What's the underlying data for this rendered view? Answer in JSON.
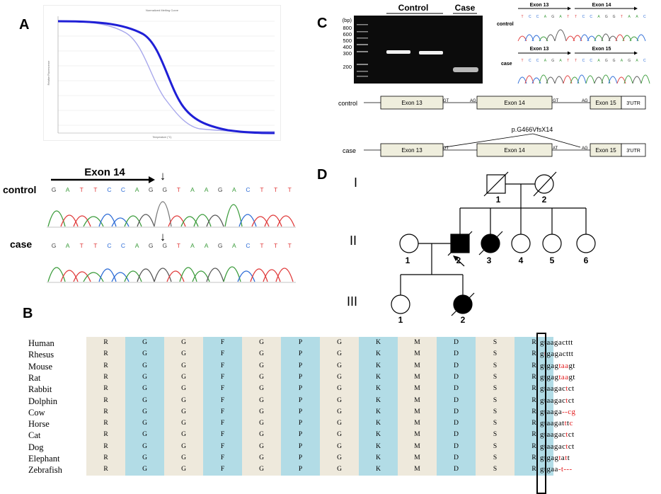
{
  "panel_labels": {
    "a": "A",
    "b": "B",
    "c": "C",
    "d": "D"
  },
  "panel_a": {
    "melt_title": "Normalized Melting Curve",
    "melt_ylabel": "Relative Fluorescence",
    "melt_xlabel": "Temperature (°C)",
    "exon_label": "Exon 14",
    "control_label": "control",
    "case_label": "case",
    "sequence": [
      "G",
      "A",
      "T",
      "T",
      "C",
      "C",
      "A",
      "G",
      "G",
      "T",
      "A",
      "A",
      "G",
      "A",
      "C",
      "T",
      "T",
      "T"
    ],
    "arrow_glyph": "↓"
  },
  "panel_c": {
    "gel_headers": {
      "control": "Control",
      "case": "Case"
    },
    "ladder_unit": "(bp)",
    "ladder": [
      "800",
      "600",
      "500",
      "400",
      "300",
      "200"
    ],
    "chrom_control_label": "control",
    "chrom_case_label": "case",
    "control_exons": [
      "Exon 13",
      "Exon 14"
    ],
    "case_exons": [
      "Exon 13",
      "Exon 15"
    ],
    "control_seq": [
      "T",
      "C",
      "C",
      "A",
      "G",
      "A",
      "T",
      "T",
      "C",
      "C",
      "A",
      "G",
      "G",
      "T",
      "A",
      "A",
      "C"
    ],
    "case_seq": [
      "T",
      "C",
      "C",
      "A",
      "G",
      "A",
      "T",
      "T",
      "C",
      "C",
      "A",
      "G",
      "G",
      "A",
      "G",
      "A",
      "C"
    ],
    "diagram": {
      "control_label": "control",
      "case_label": "case",
      "exon13": "Exon 13",
      "exon14": "Exon 14",
      "exon15": "Exon 15",
      "utr": "3'UTR",
      "gt": "GT",
      "ag": "AG",
      "at": "AT",
      "mutation": "p.G466VfsX14"
    }
  },
  "panel_d": {
    "generations": [
      "I",
      "II",
      "III"
    ],
    "gen1_ids": [
      "1",
      "2"
    ],
    "gen2_ids": [
      "1",
      "2",
      "3",
      "4",
      "5",
      "6"
    ],
    "gen3_ids": [
      "1",
      "2"
    ]
  },
  "panel_b": {
    "species": [
      {
        "name": "Human",
        "nt": [
          [
            "n",
            "gtaagacttt"
          ]
        ]
      },
      {
        "name": "Rhesus",
        "nt": [
          [
            "n",
            "g"
          ],
          [
            "m",
            "t"
          ],
          [
            "n",
            "gagacttt"
          ]
        ]
      },
      {
        "name": "Mouse",
        "nt": [
          [
            "n",
            "gtgag"
          ],
          [
            "m",
            "taa"
          ],
          [
            "n",
            "gt"
          ]
        ]
      },
      {
        "name": "Rat",
        "nt": [
          [
            "n",
            "gtgag"
          ],
          [
            "m",
            "taa"
          ],
          [
            "n",
            "gt"
          ]
        ]
      },
      {
        "name": "Rabbit",
        "nt": [
          [
            "n",
            "gtaagac"
          ],
          [
            "m",
            "t"
          ],
          [
            "n",
            "ct"
          ]
        ]
      },
      {
        "name": "Dolphin",
        "nt": [
          [
            "n",
            "gtaagac"
          ],
          [
            "m",
            "t"
          ],
          [
            "n",
            "ct"
          ]
        ]
      },
      {
        "name": "Cow",
        "nt": [
          [
            "n",
            "gtaaga"
          ],
          [
            "m",
            "--cg"
          ]
        ]
      },
      {
        "name": "Horse",
        "nt": [
          [
            "n",
            "gtaagat"
          ],
          [
            "m",
            "t"
          ],
          [
            "n",
            "t"
          ],
          [
            "m",
            "c"
          ]
        ]
      },
      {
        "name": "Cat",
        "nt": [
          [
            "n",
            "gtaagac"
          ],
          [
            "m",
            "t"
          ],
          [
            "n",
            "ct"
          ]
        ]
      },
      {
        "name": "Dog",
        "nt": [
          [
            "n",
            "gtaagac"
          ],
          [
            "m",
            "t"
          ],
          [
            "n",
            "ct"
          ]
        ]
      },
      {
        "name": "Elephant",
        "nt": [
          [
            "n",
            "gtgag"
          ],
          [
            "m",
            "t"
          ],
          [
            "n",
            "a"
          ],
          [
            "m",
            "t"
          ],
          [
            "n",
            "t"
          ]
        ]
      },
      {
        "name": "Zebrafish",
        "nt": [
          [
            "n",
            "gtgaa"
          ],
          [
            "m",
            "-t---"
          ]
        ]
      }
    ],
    "residues": [
      "R",
      "G",
      "G",
      "F",
      "G",
      "P",
      "G",
      "K",
      "M",
      "D",
      "S",
      "R"
    ]
  },
  "colors": {
    "beige": "#eee9dc",
    "blue": "#b2dce6",
    "mut_red": "#e31a1c",
    "melt_blue": "#1f1fd6"
  }
}
